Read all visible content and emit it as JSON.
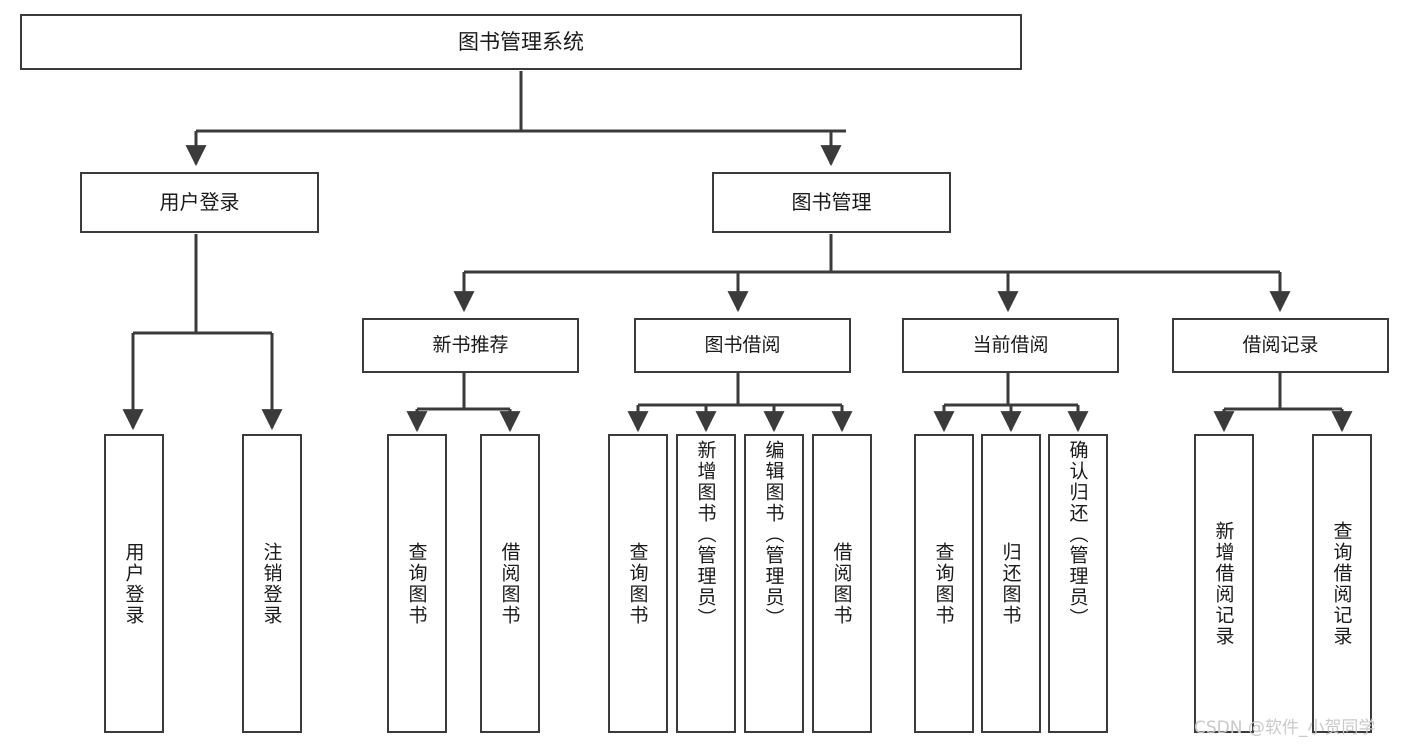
{
  "diagram": {
    "title": "图书管理系统",
    "type": "tree-hierarchy-diagram",
    "colors": {
      "box_border": "#3b3b3b",
      "box_fill": "#ffffff",
      "connector": "#3b3b3b",
      "text": "#1a1a1a",
      "watermark": "#c9c9c9"
    },
    "root": {
      "label": "图书管理系统"
    },
    "level1": [
      {
        "label": "用户登录"
      },
      {
        "label": "图书管理"
      }
    ],
    "level2": [
      {
        "label": "新书推荐"
      },
      {
        "label": "图书借阅"
      },
      {
        "label": "当前借阅"
      },
      {
        "label": "借阅记录"
      }
    ],
    "leaves": {
      "user_login": [
        {
          "label": "用户登录"
        },
        {
          "label": "注销登录"
        }
      ],
      "new_book_recommend": [
        {
          "label": "查询图书"
        },
        {
          "label": "借阅图书"
        }
      ],
      "book_borrow": [
        {
          "label": "查询图书"
        },
        {
          "label": "新增图书（管理员）"
        },
        {
          "label": "编辑图书（管理员）"
        },
        {
          "label": "借阅图书"
        }
      ],
      "current_borrow": [
        {
          "label": "查询图书"
        },
        {
          "label": "归还图书"
        },
        {
          "label": "确认归还（管理员）"
        }
      ],
      "borrow_records": [
        {
          "label": "新增借阅记录"
        },
        {
          "label": "查询借阅记录"
        }
      ]
    }
  },
  "watermark": {
    "text": "CSDN @软件_小贺同学"
  }
}
